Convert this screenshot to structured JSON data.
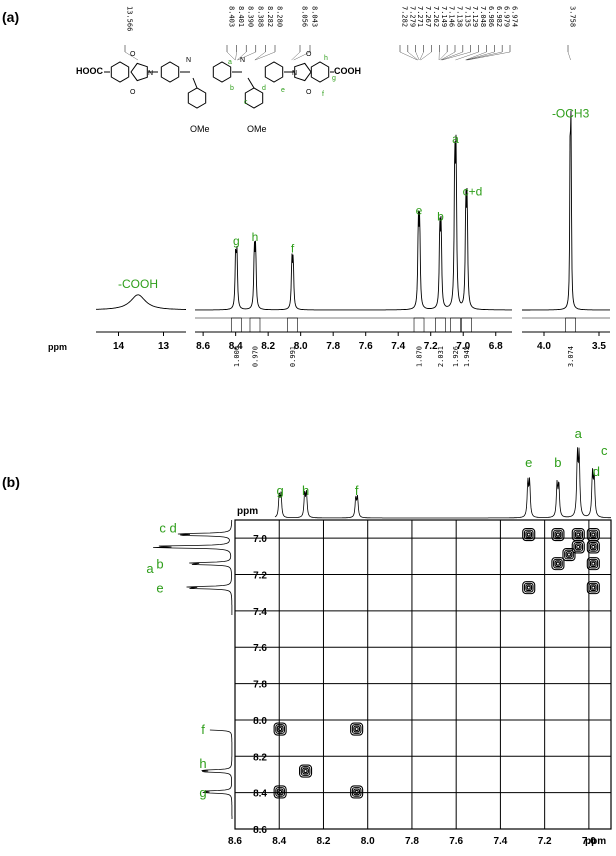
{
  "panel_labels": {
    "a": "(a)",
    "b": "(b)"
  },
  "colors": {
    "label_green": "#2e9e1a",
    "line": "#000000"
  },
  "structure": {
    "left_acid": "HOOC",
    "right_acid": "COOH",
    "methoxy_left": "OMe",
    "methoxy_right": "OMe",
    "proton_labels": [
      "a",
      "b",
      "c",
      "d",
      "e",
      "f",
      "g",
      "h"
    ]
  },
  "chart_data": [
    {
      "type": "line",
      "title": "",
      "xlabel": "ppm",
      "ylabel": "",
      "grid": false,
      "peak_list": [
        "13.566",
        "8.403",
        "8.401",
        "8.390",
        "8.388",
        "8.282",
        "8.280",
        "8.056",
        "8.043",
        "7.282",
        "7.279",
        "7.271",
        "7.267",
        "7.262",
        "7.149",
        "7.146",
        "7.138",
        "7.135",
        "7.129",
        "7.048",
        "6.986",
        "6.982",
        "6.979",
        "6.974",
        "3.758"
      ],
      "segments": [
        {
          "xlim": [
            14.5,
            12.5
          ],
          "ticks": [
            "14",
            "13"
          ]
        },
        {
          "xlim": [
            8.65,
            6.7
          ],
          "ticks": [
            "8.6",
            "8.4",
            "8.2",
            "8.0",
            "7.8",
            "7.6",
            "7.4",
            "7.2",
            "7.0",
            "6.8"
          ]
        },
        {
          "xlim": [
            4.2,
            3.4
          ],
          "ticks": [
            "4.0",
            "3.5"
          ]
        }
      ],
      "peaks": [
        {
          "label": "-COOH",
          "ppm": 13.566,
          "height": 0.08,
          "broad": true
        },
        {
          "label": "g",
          "ppm": 8.396,
          "height": 0.3
        },
        {
          "label": "h",
          "ppm": 8.281,
          "height": 0.32
        },
        {
          "label": "f",
          "ppm": 8.05,
          "height": 0.26
        },
        {
          "label": "e",
          "ppm": 7.272,
          "height": 0.46
        },
        {
          "label": "b",
          "ppm": 7.14,
          "height": 0.43
        },
        {
          "label": "a",
          "ppm": 7.048,
          "height": 0.8
        },
        {
          "label": "c+d",
          "ppm": 6.98,
          "height": 0.56
        },
        {
          "label": "-OCH3",
          "ppm": 3.758,
          "height": 0.96
        }
      ],
      "integrals": [
        {
          "ppm": 8.396,
          "value": "1.000"
        },
        {
          "ppm": 8.281,
          "value": "0.970"
        },
        {
          "ppm": 8.05,
          "value": "0.991"
        },
        {
          "ppm": 7.272,
          "value": "1.870"
        },
        {
          "ppm": 7.14,
          "value": "2.031"
        },
        {
          "ppm": 7.048,
          "value": "1.926"
        },
        {
          "ppm": 6.98,
          "value": "1.945"
        },
        {
          "ppm": 3.758,
          "value": "3.074"
        }
      ]
    },
    {
      "type": "heatmap",
      "title": "",
      "xlabel": "ppm",
      "ylabel": "ppm",
      "grid": true,
      "xlim": [
        8.6,
        6.9
      ],
      "ylim": [
        6.9,
        8.6
      ],
      "x_ticks": [
        "8.6",
        "8.4",
        "8.2",
        "8.0",
        "7.8",
        "7.6",
        "7.4",
        "7.2",
        "7.0"
      ],
      "y_ticks": [
        "7.0",
        "7.2",
        "7.4",
        "7.6",
        "7.8",
        "8.0",
        "8.2",
        "8.4",
        "8.6"
      ],
      "f2_labels": [
        {
          "label": "g",
          "ppm": 8.396
        },
        {
          "label": "h",
          "ppm": 8.281
        },
        {
          "label": "f",
          "ppm": 8.05
        },
        {
          "label": "e",
          "ppm": 7.272
        },
        {
          "label": "b",
          "ppm": 7.14
        },
        {
          "label": "a",
          "ppm": 7.048
        },
        {
          "label": "c",
          "ppm": 6.985
        },
        {
          "label": "d",
          "ppm": 6.975
        }
      ],
      "f1_labels": [
        {
          "label": "c d",
          "ppm": 6.98
        },
        {
          "label": "a",
          "ppm": 7.048
        },
        {
          "label": "b",
          "ppm": 7.14
        },
        {
          "label": "e",
          "ppm": 7.272
        },
        {
          "label": "f",
          "ppm": 8.05
        },
        {
          "label": "h",
          "ppm": 8.281
        },
        {
          "label": "g",
          "ppm": 8.396
        }
      ],
      "cross_peaks": [
        {
          "x": 8.396,
          "y": 8.05
        },
        {
          "x": 8.05,
          "y": 8.05
        },
        {
          "x": 8.281,
          "y": 8.281
        },
        {
          "x": 8.396,
          "y": 8.396
        },
        {
          "x": 8.05,
          "y": 8.396
        },
        {
          "x": 7.272,
          "y": 6.98
        },
        {
          "x": 7.272,
          "y": 7.272
        },
        {
          "x": 7.14,
          "y": 6.98
        },
        {
          "x": 7.14,
          "y": 7.14
        },
        {
          "x": 7.048,
          "y": 6.98
        },
        {
          "x": 7.048,
          "y": 7.048
        },
        {
          "x": 6.98,
          "y": 6.98
        },
        {
          "x": 6.98,
          "y": 7.048
        },
        {
          "x": 6.98,
          "y": 7.14
        },
        {
          "x": 6.98,
          "y": 7.272
        },
        {
          "x": 7.09,
          "y": 7.09
        }
      ]
    }
  ]
}
